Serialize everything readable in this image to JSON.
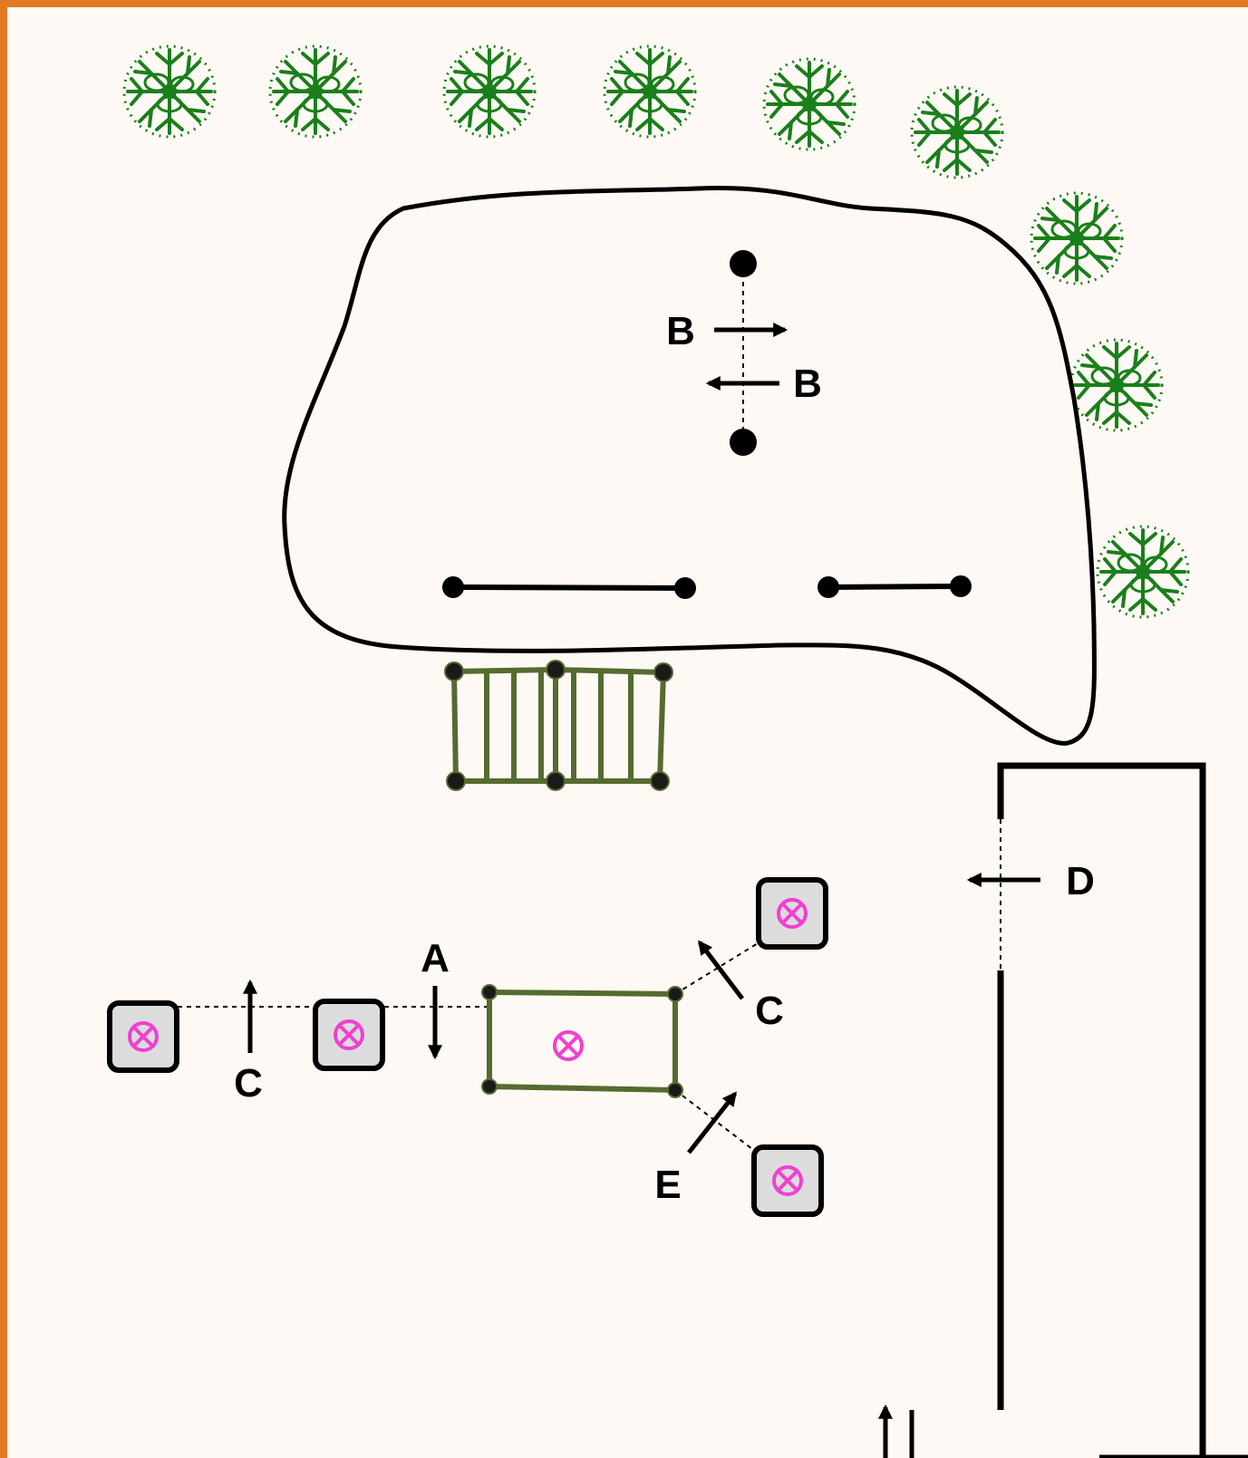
{
  "labels": {
    "a": "A",
    "b1": "B",
    "b2": "B",
    "c1": "C",
    "c2": "C",
    "d": "D",
    "e": "E"
  },
  "icons": {
    "tree": "tree-icon",
    "station_marker": "circle-x-icon"
  },
  "colors": {
    "frame": "#E07B22",
    "background": "#FEF9F4",
    "tree": "#1A7F1A",
    "obstacle": "#556B2F",
    "marker": "#F040D0",
    "box_fill": "#DCDCDC",
    "ink": "#000000"
  }
}
